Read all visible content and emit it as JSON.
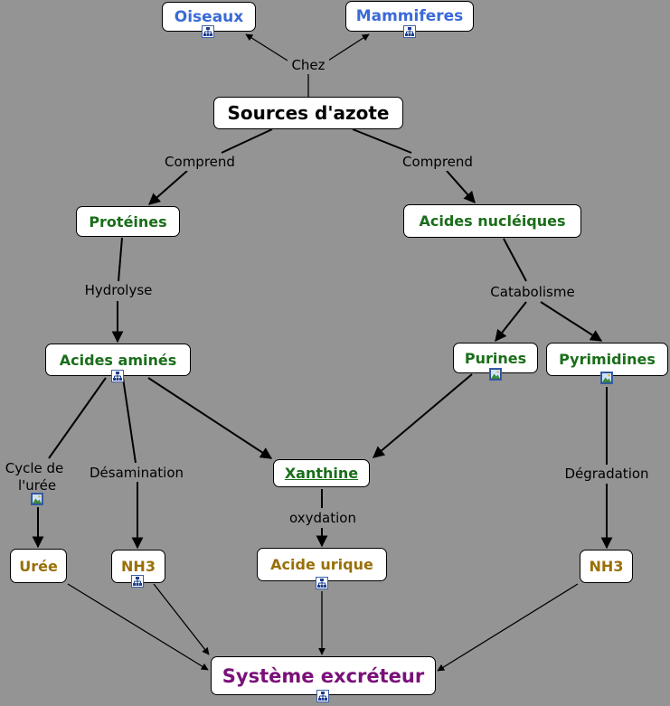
{
  "colors": {
    "background": "#949494",
    "concept_green": "#1a6e1a",
    "concept_blue": "#3a6ad6",
    "concept_gold": "#9a6f08",
    "concept_black": "#000000",
    "concept_purple": "#7a1079"
  },
  "concepts": {
    "oiseaux": "Oiseaux",
    "mammiferes": "Mammiferes",
    "sources_azote": "Sources d'azote",
    "proteines": "Protéines",
    "acides_nucleiques": "Acides nucléiques",
    "acides_amines": "Acides aminés",
    "purines": "Purines",
    "pyrimidines": "Pyrimidines",
    "xanthine": "Xanthine",
    "uree": "Urée",
    "nh3_left": "NH3",
    "acide_urique": "Acide urique",
    "nh3_right": "NH3",
    "systeme_excreteur": "Système excréteur"
  },
  "links": {
    "chez": "Chez",
    "comprend_left": "Comprend",
    "comprend_right": "Comprend",
    "hydrolyse": "Hydrolyse",
    "catabolisme": "Catabolisme",
    "cycle_uree_line1": "Cycle de",
    "cycle_uree_line2": "l'urée",
    "desamination": "Désamination",
    "oxydation": "oxydation",
    "degradation": "Dégradation"
  },
  "icons": {
    "concept_map": "concept-map-icon",
    "image": "image-icon"
  }
}
